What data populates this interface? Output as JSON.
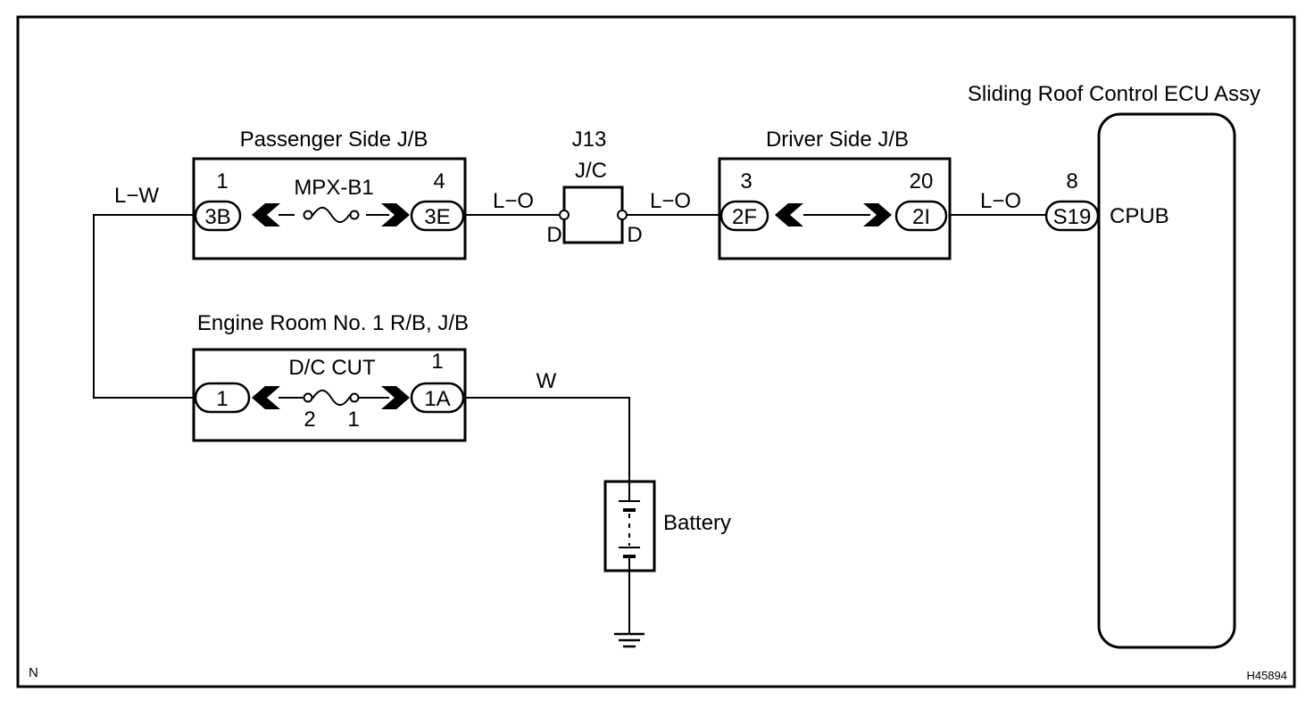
{
  "ecu": {
    "title": "Sliding Roof Control ECU Assy",
    "pin": "8",
    "connector": "S19",
    "terminal": "CPUB"
  },
  "passenger_jb": {
    "title": "Passenger Side J/B",
    "fuse": "MPX-B1",
    "left": {
      "pin": "1",
      "connector": "3B"
    },
    "right": {
      "pin": "4",
      "connector": "3E"
    }
  },
  "jc": {
    "id": "J13",
    "title": "J/C",
    "left_label": "D",
    "right_label": "D"
  },
  "driver_jb": {
    "title": "Driver Side J/B",
    "left": {
      "pin": "3",
      "connector": "2F"
    },
    "right": {
      "pin": "20",
      "connector": "2I"
    }
  },
  "engine_rb": {
    "title": "Engine Room No. 1 R/B, J/B",
    "fuse": "D/C CUT",
    "fuse_pin_left": "2",
    "fuse_pin_right": "1",
    "left": {
      "connector": "1"
    },
    "right": {
      "pin": "1",
      "connector": "1A"
    }
  },
  "wires": {
    "lw": "L−W",
    "lo1": "L−O",
    "lo2": "L−O",
    "lo3": "L−O",
    "w": "W"
  },
  "battery": {
    "label": "Battery"
  },
  "corner": {
    "left": "N",
    "right": "H45894"
  }
}
